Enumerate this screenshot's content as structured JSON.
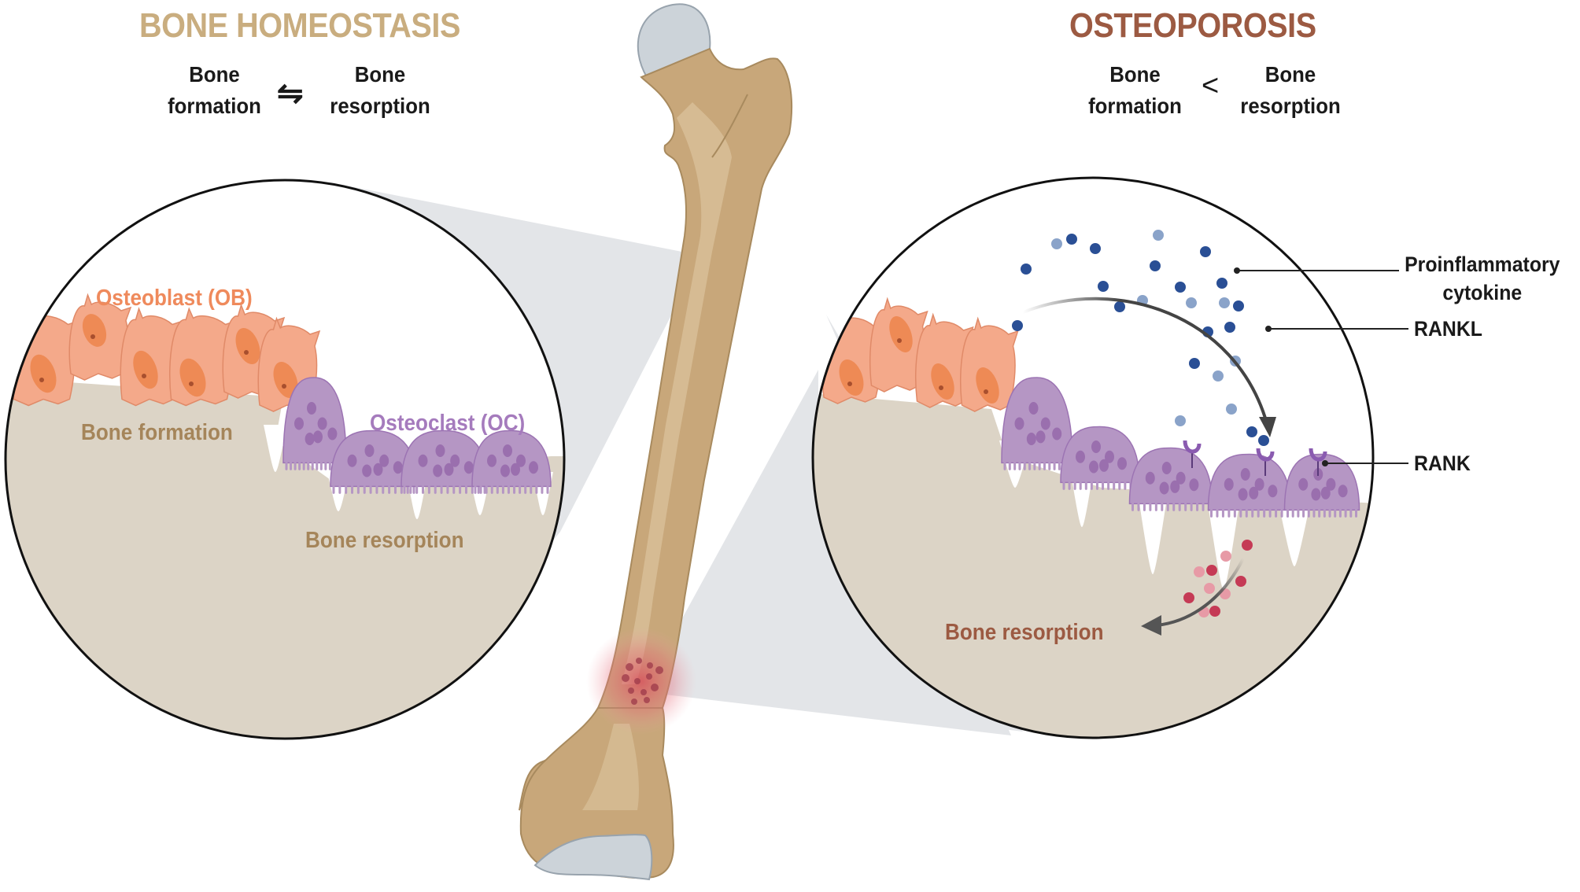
{
  "left_panel": {
    "title": "BONE HOMEOSTASIS",
    "formation": [
      "Bone",
      "formation"
    ],
    "relation_symbol": "⇋",
    "resorption": [
      "Bone",
      "resorption"
    ],
    "labels": {
      "osteoblast": "Osteoblast (OB)",
      "osteoclast": "Osteoclast (OC)",
      "bone_formation": "Bone formation",
      "bone_resorption": "Bone resorption"
    }
  },
  "right_panel": {
    "title": "OSTEOPOROSIS",
    "formation": [
      "Bone",
      "formation"
    ],
    "relation_symbol": "<",
    "resorption": [
      "Bone",
      "resorption"
    ],
    "labels": {
      "bone_resorption": "Bone resorption"
    },
    "callouts": {
      "cytokine": [
        "Proinflammatory",
        "cytokine"
      ],
      "rankl": "RANKL",
      "rank": "RANK"
    }
  },
  "colors": {
    "homeostasis_title": "#c9ad7f",
    "osteoporosis_title": "#9c5a42",
    "osteoblast": "#f4a98a",
    "osteoblast_nucleus": "#ee8a55",
    "osteoclast": "#b596c4",
    "osteoclast_nucleus": "#9a6fae",
    "bone_matrix": "#dcd4c6",
    "bone_tan": "#c8a77a",
    "bone_light": "#d9c19a",
    "cartilage": "#ccd3d9",
    "cytokine_dark": "#2a4f95",
    "cytokine_light": "#8aa3c9",
    "resorption_particle": "#c53a55",
    "left_label": "#a5855a",
    "right_label": "#9c5a42",
    "cone": "#e3e5e8"
  }
}
